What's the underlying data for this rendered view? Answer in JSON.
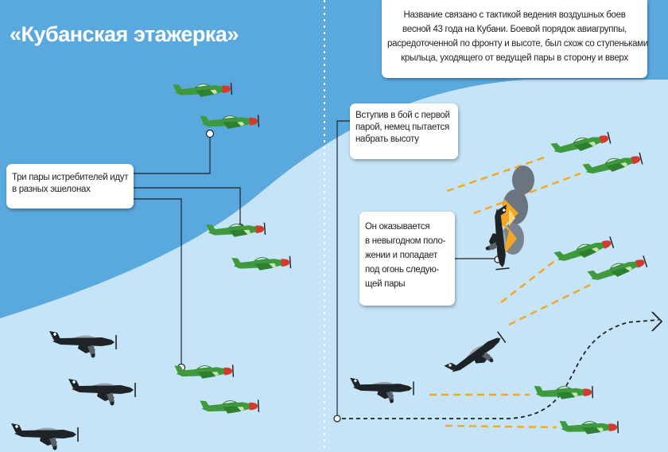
{
  "title": "«Кубанская этажерка»",
  "callouts": {
    "intro": [
      "Название связано с тактикой ведения воздушных боев",
      "весной 43 года на Кубани. Боевой порядок авиагруппы,",
      "расредоточенной по фронту и высоте, был схож со ступеньками",
      "крыльца, уходящего от ведущей пары в сторону и вверх"
    ],
    "three_pairs": [
      "Три пары истребителей идут",
      "в разных эшелонах"
    ],
    "first_pair": [
      "Вступив в бой с первой",
      "парой, немец пытается",
      "набрать высоту"
    ],
    "disadvantage": [
      "Он оказывается",
      "в невыгодном поло-",
      "жении и попадает",
      "под огонь следую-",
      "щей пары"
    ]
  },
  "colors": {
    "sky_dark": "#5aa9de",
    "sky_light": "#c6e4f7",
    "fighter_green": "#3f9a3e",
    "fighter_light": "#c8e6a8",
    "red_nose": "#d33a2c",
    "enemy_black": "#1e2327",
    "tracer": "#f5a623",
    "smoke": "#6b7580"
  },
  "icons": {
    "friendly": "soviet-fighter-icon",
    "enemy": "german-dive-bomber-icon",
    "explosion": "smoke-fire-icon",
    "arrow": "arrow-right-icon"
  }
}
